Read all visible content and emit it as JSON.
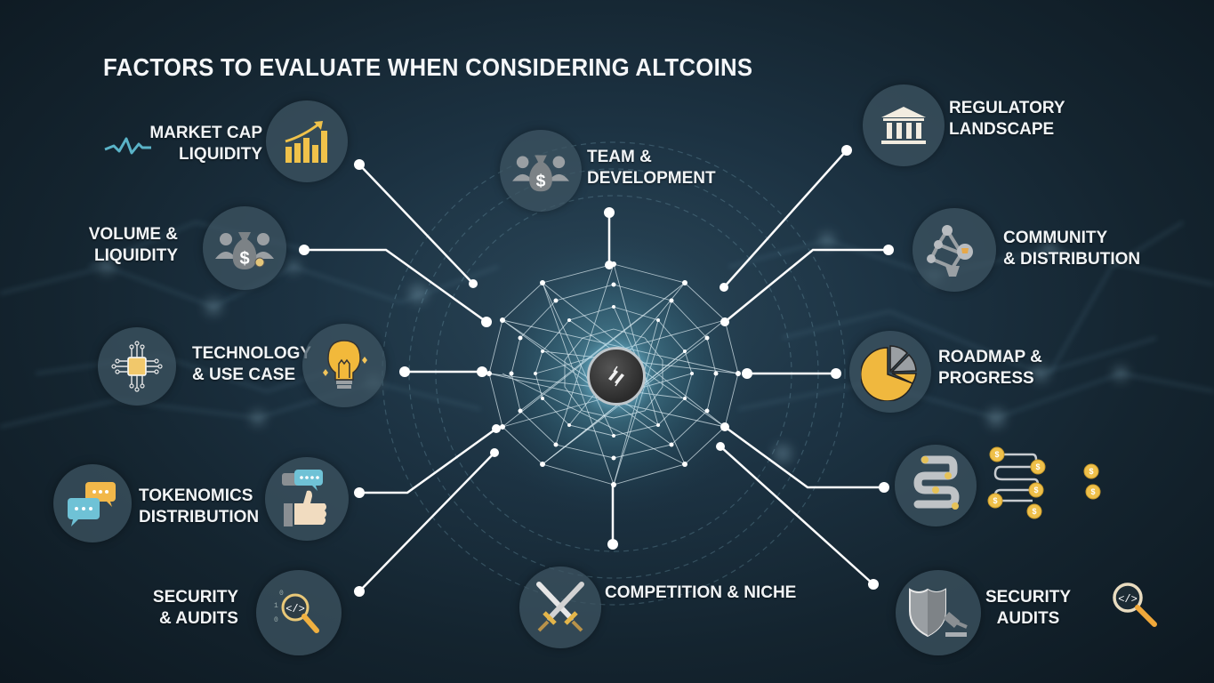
{
  "title": "FACTORS TO EVALUATE WHEN CONSIDERING ALTCOINS",
  "colors": {
    "background": "#1c3242",
    "accent_gold": "#f0b93a",
    "badge": "#3e5462",
    "connector": "#ffffff",
    "teal": "#5aaec0"
  },
  "hub": {
    "icon": "crypto-logo-icon"
  },
  "factors": [
    {
      "id": "market-cap",
      "lines": [
        "MARKET CAP",
        "LIQUIDITY"
      ],
      "icon": "bar-chart-up-arrow-icon",
      "extra_icon": "pulse-line-icon"
    },
    {
      "id": "volume",
      "lines": [
        "VOLUME &",
        "LIQUIDITY"
      ],
      "icon": "money-bag-people-icon"
    },
    {
      "id": "technology",
      "lines": [
        "TECHNOLOGY",
        "& USE CASE"
      ],
      "icon": "lightbulb-icon",
      "extra_icon": "chip-icon"
    },
    {
      "id": "tokenomics",
      "lines": [
        "TOKENOMICS",
        "DISTRIBUTION"
      ],
      "icon": "thumbs-up-chat-icon",
      "extra_icon": "chat-bubbles-icon"
    },
    {
      "id": "security-left",
      "lines": [
        "SECURITY",
        "& AUDITS"
      ],
      "icon": "magnifier-code-icon"
    },
    {
      "id": "team",
      "lines": [
        "TEAM &",
        "DEVELOPMENT"
      ],
      "icon": "money-bag-people-icon"
    },
    {
      "id": "competition",
      "lines": [
        "COMPETITION & NICHE"
      ],
      "icon": "crossed-swords-icon"
    },
    {
      "id": "regulatory",
      "lines": [
        "REGULATORY",
        "LANDSCAPE"
      ],
      "icon": "courthouse-icon"
    },
    {
      "id": "community",
      "lines": [
        "COMMUNITY",
        "& DISTRIBUTION"
      ],
      "icon": "network-nodes-icon"
    },
    {
      "id": "roadmap",
      "lines": [
        "ROADMAP &",
        "PROGRESS"
      ],
      "icon": "pie-chart-icon"
    },
    {
      "id": "token-flow",
      "lines": [],
      "icon": "winding-path-coins-icon",
      "extra_icon": "coin-flow-icon"
    },
    {
      "id": "security-right",
      "lines": [
        "SECURITY",
        "AUDITS"
      ],
      "icon": "shield-gavel-icon",
      "extra_icon": "magnifier-code-icon"
    }
  ]
}
